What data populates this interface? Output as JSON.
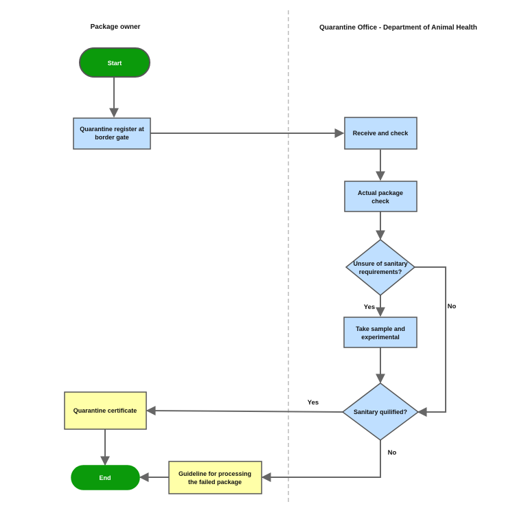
{
  "lanes": {
    "left_title": "Package owner",
    "right_title": "Quarantine Office - Department of Animal Health"
  },
  "nodes": {
    "start": "Start",
    "register": [
      "Quarantine register at",
      "border gate"
    ],
    "receive": "Receive and check",
    "actual_check": [
      "Actual package",
      "check"
    ],
    "unsure": [
      "Unsure of sanitary",
      "requirements?"
    ],
    "sample": [
      "Take sample and",
      "experimental"
    ],
    "sanitary": "Sanitary quilified?",
    "certificate": "Quarantine certificate",
    "guideline": [
      "Guideline for processing",
      "the failed package"
    ],
    "end": "End"
  },
  "edge_labels": {
    "unsure_yes": "Yes",
    "unsure_no": "No",
    "sanitary_yes": "Yes",
    "sanitary_no": "No"
  },
  "colors": {
    "terminal": "#0b9a0b",
    "process": "#bfdfff",
    "output": "#ffffa8",
    "border": "#555555",
    "edge": "#666666",
    "divider": "#bbbbbb"
  }
}
